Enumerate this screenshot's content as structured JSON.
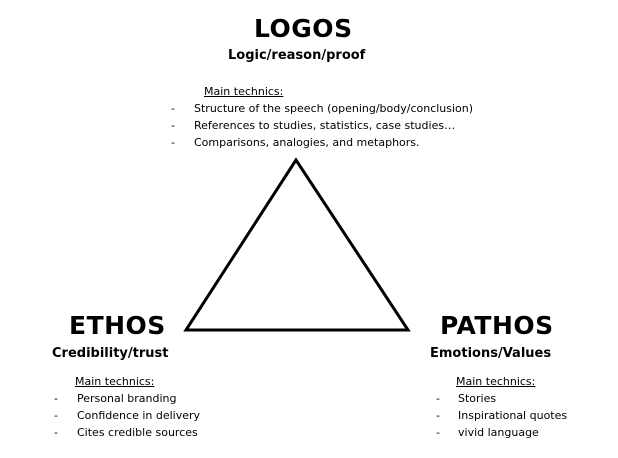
{
  "logos": {
    "title": "LOGOS",
    "subtitle": "Logic/reason/proof",
    "techniques_heading": "Main technics:",
    "techniques": [
      "Structure of the speech (opening/body/conclusion)",
      "References to studies, statistics, case studies…",
      "Comparisons, analogies, and metaphors."
    ]
  },
  "ethos": {
    "title": "ETHOS",
    "subtitle": "Credibility/trust",
    "techniques_heading": "Main technics:",
    "techniques": [
      "Personal branding",
      "Confidence in delivery",
      "Cites credible sources"
    ]
  },
  "pathos": {
    "title": "PATHOS",
    "subtitle": "Emotions/Values",
    "techniques_heading": "Main technics:",
    "techniques": [
      "Stories",
      "Inspirational quotes",
      "vivid language"
    ]
  },
  "bullet_marker": "-",
  "colors": {
    "background": "#ffffff",
    "text": "#000000",
    "triangle_stroke": "#000000"
  }
}
